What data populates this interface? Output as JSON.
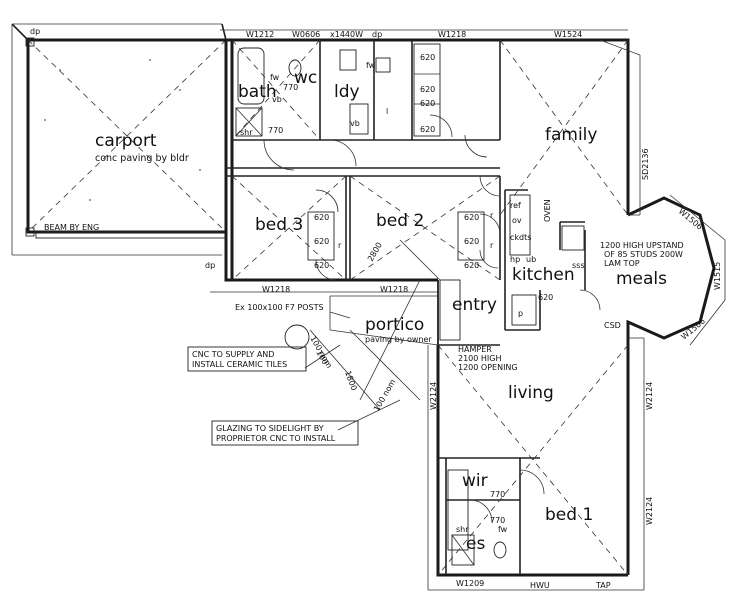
{
  "rooms": {
    "carport": "carport",
    "carport_note": "conc paving by bldr",
    "bath": "bath",
    "wc": "wc",
    "ldy": "ldy",
    "family": "family",
    "bed3": "bed 3",
    "bed2": "bed 2",
    "kitchen": "kitchen",
    "meals": "meals",
    "entry": "entry",
    "portico": "portico",
    "portico_note": "paving by owner",
    "living": "living",
    "bed1": "bed 1",
    "wir": "wir",
    "es": "es"
  },
  "windows": {
    "w1212": "W1212",
    "w0606": "W0606",
    "x1440": "x1440W",
    "w1218_top": "W1218",
    "w1524": "W1524",
    "sd2136": "SD2136",
    "w1506_a": "W1506",
    "w1515": "W1515",
    "w1506_b": "W1506",
    "w1218_bed3": "W1218",
    "w1218_bed2": "W1218",
    "w2124_a": "W2124",
    "w2124_b": "W2124",
    "w2124_c": "W2124",
    "w1209": "W1209"
  },
  "labels": {
    "dp": "dp",
    "beam": "BEAM BY ENG",
    "posts": "Ex 100x100 F7 POSTS",
    "cnc_tiles_1": "CNC TO SUPPLY AND",
    "cnc_tiles_2": "INSTALL CERAMIC TILES",
    "glazing_1": "GLAZING TO SIDELIGHT BY",
    "glazing_2": "PROPRIETOR CNC TO INSTALL",
    "hamper_1": "HAMPER",
    "hamper_2": "2100 HIGH",
    "hamper_3": "1200 OPENING",
    "upstand_1": "1200 HIGH UPSTAND",
    "upstand_2": "OF 85 STUDS 200W",
    "upstand_3": "LAM TOP",
    "dim_2800": "2800",
    "dim_1800": "1800",
    "dim_100nom_a": "100 nom",
    "dim_100nom_b": "100 nom",
    "dim_100": "100",
    "c620": "620",
    "c770": "770",
    "shr": "shr",
    "fw": "fw",
    "vb": "vb",
    "r": "r",
    "l": "l",
    "p": "p",
    "ref": "ref",
    "ov": "ov",
    "ckdts": "ckdts",
    "hp": "hp",
    "ub": "ub",
    "oven": "OVEN",
    "sss": "sss",
    "csd": "CSD",
    "hwu": "HWU",
    "tap": "TAP"
  }
}
